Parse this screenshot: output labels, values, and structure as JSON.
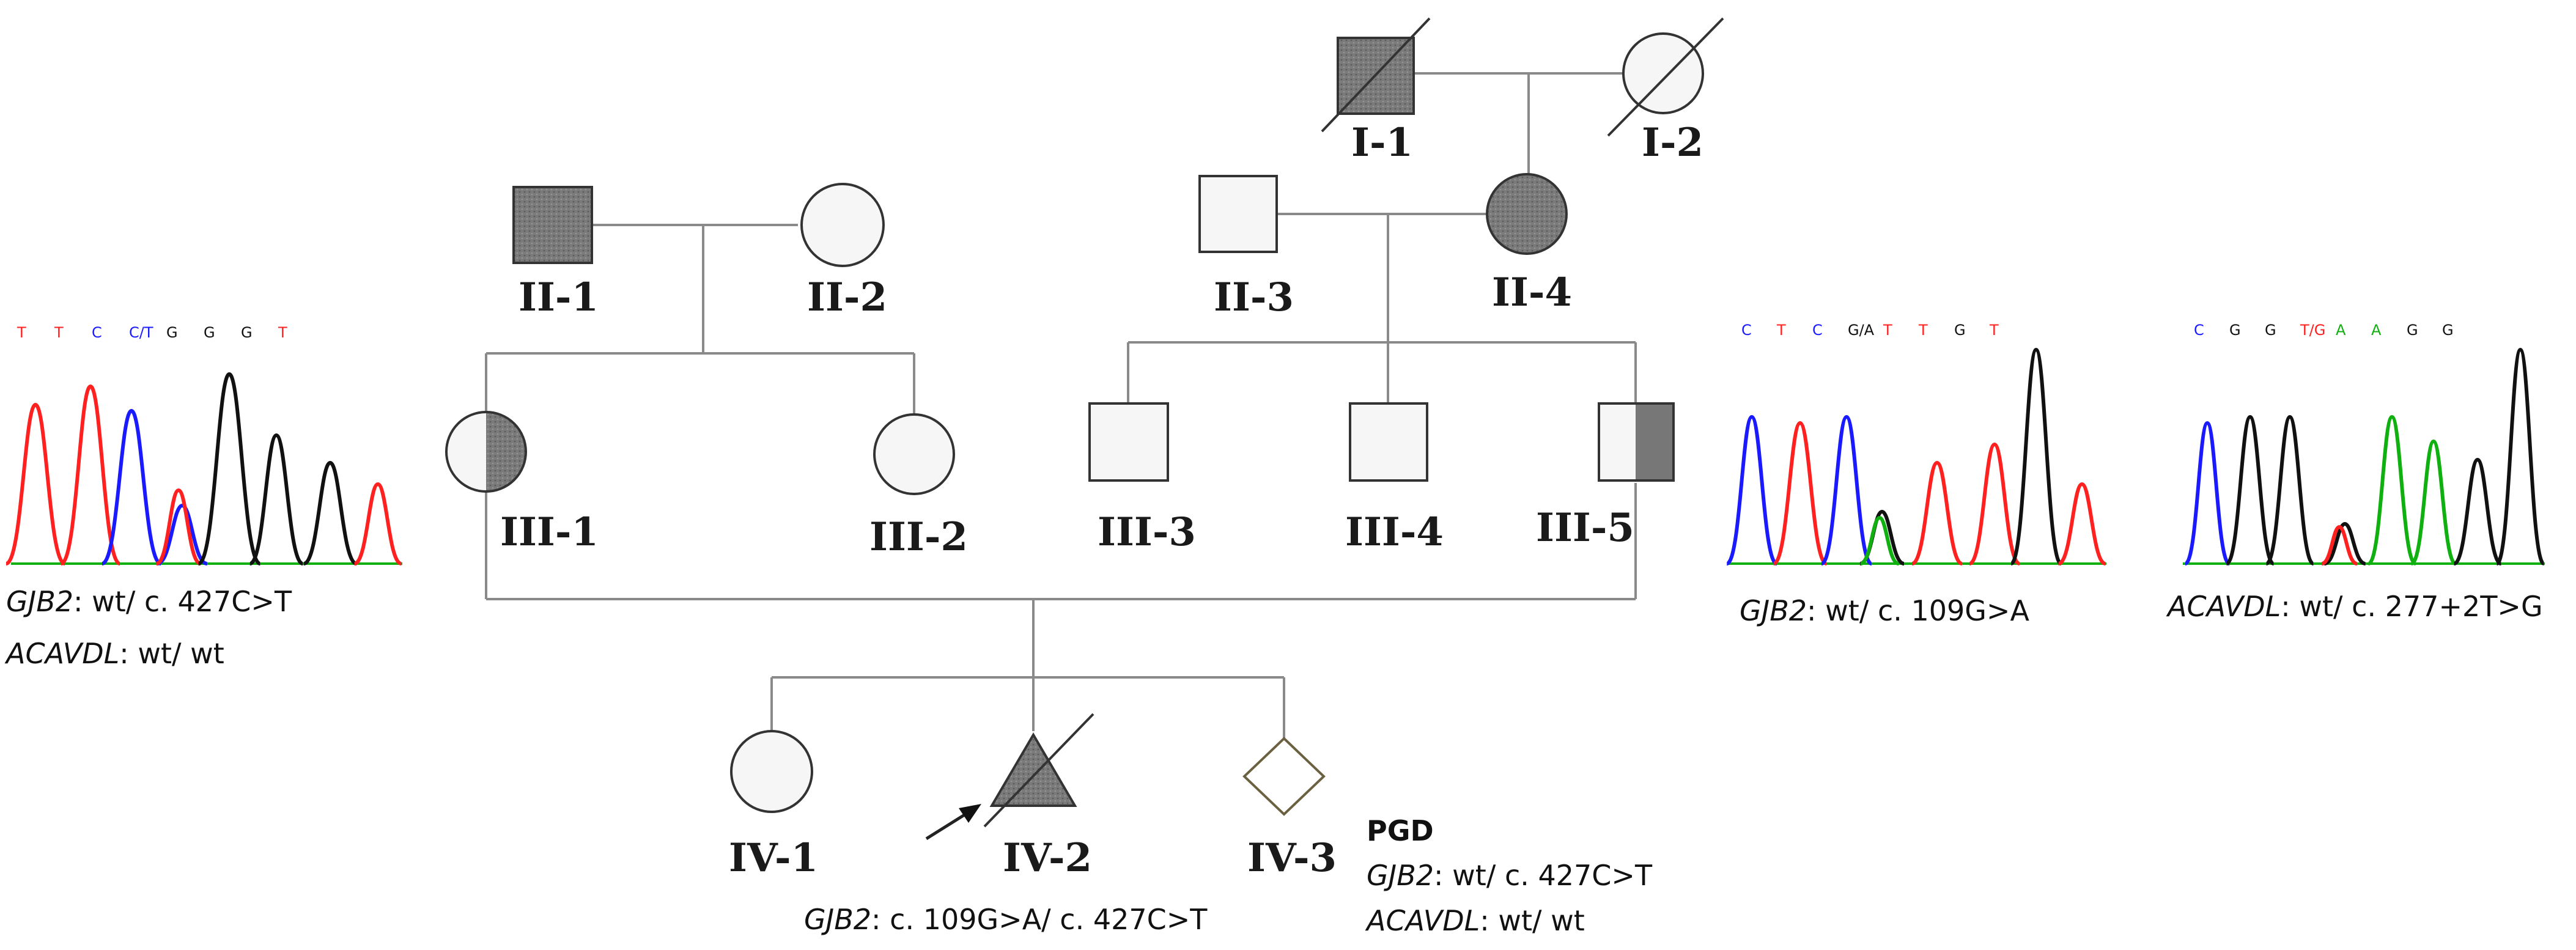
{
  "pedigree": {
    "labels": {
      "I-1": "I-1",
      "I-2": "I-2",
      "II-1": "II-1",
      "II-2": "II-2",
      "II-3": "II-3",
      "II-4": "II-4",
      "III-1": "III-1",
      "III-2": "III-2",
      "III-3": "III-3",
      "III-4": "III-4",
      "III-5": "III-5",
      "IV-1": "IV-1",
      "IV-2": "IV-2",
      "IV-3": "IV-3"
    },
    "colors": {
      "affected": "#7a7a7a",
      "unaffected": "#f6f6f6",
      "outline": "#333333",
      "line": "#8a8a8a"
    }
  },
  "captions": {
    "left": {
      "line1_gene": "GJB2",
      "line1_text": ": wt/ c. 427C>T",
      "line2_gene": "ACAVDL",
      "line2_text": ": wt/ wt"
    },
    "proband": {
      "gene": "GJB2",
      "text": ": c. 109G>A/ c. 427C>T"
    },
    "pgd": {
      "title": "PGD",
      "line1_gene": "GJB2",
      "line1_text": ": wt/ c. 427C>T",
      "line2_gene": "ACAVDL",
      "line2_text": ": wt/ wt"
    },
    "mid_right": {
      "gene": "GJB2",
      "text": ": wt/ c. 109G>A"
    },
    "far_right": {
      "gene": "ACAVDL",
      "text": ": wt/ c. 277+2T>G"
    }
  },
  "chromatograms": {
    "left": {
      "bases": [
        "T",
        "T",
        "C",
        "C/T",
        "G",
        "G",
        "G",
        "T"
      ]
    },
    "mid_right": {
      "bases": [
        "C",
        "T",
        "C",
        "G/A",
        "T",
        "T",
        "G",
        "T"
      ]
    },
    "far_right": {
      "bases": [
        "C",
        "G",
        "G",
        "T/G",
        "A",
        "A",
        "G",
        "G"
      ]
    }
  },
  "trace_colors": {
    "A": "#10b010",
    "C": "#1a1aff",
    "G": "#111111",
    "T": "#ff2020"
  }
}
